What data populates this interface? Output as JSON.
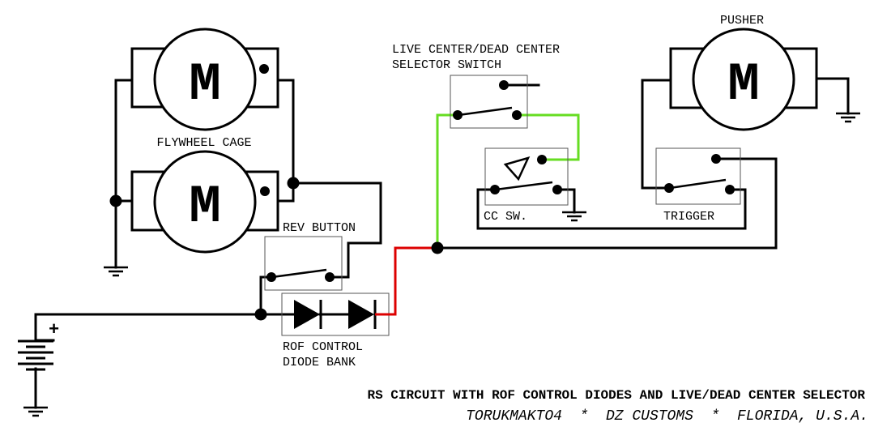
{
  "labels": {
    "flywheel_cage": "FLYWHEEL CAGE",
    "motor_letter": "M",
    "pusher": "PUSHER",
    "selector_line1": "LIVE CENTER/DEAD CENTER",
    "selector_line2": "SELECTOR SWITCH",
    "cc_switch": "CC SW.",
    "trigger": "TRIGGER",
    "rev_button": "REV BUTTON",
    "diode_line1": "ROF CONTROL",
    "diode_line2": "DIODE BANK",
    "battery_plus": "+"
  },
  "footer": {
    "title": "RS CIRCUIT WITH ROF CONTROL DIODES AND LIVE/DEAD CENTER SELECTOR",
    "credit": "TORUKMAKTO4  *  DZ CUSTOMS  *  FLORIDA, U.S.A."
  },
  "colors": {
    "wire": "#000000",
    "live_wire": "#66dd22",
    "positive_wire": "#dd0000",
    "box_outline": "#555555"
  }
}
